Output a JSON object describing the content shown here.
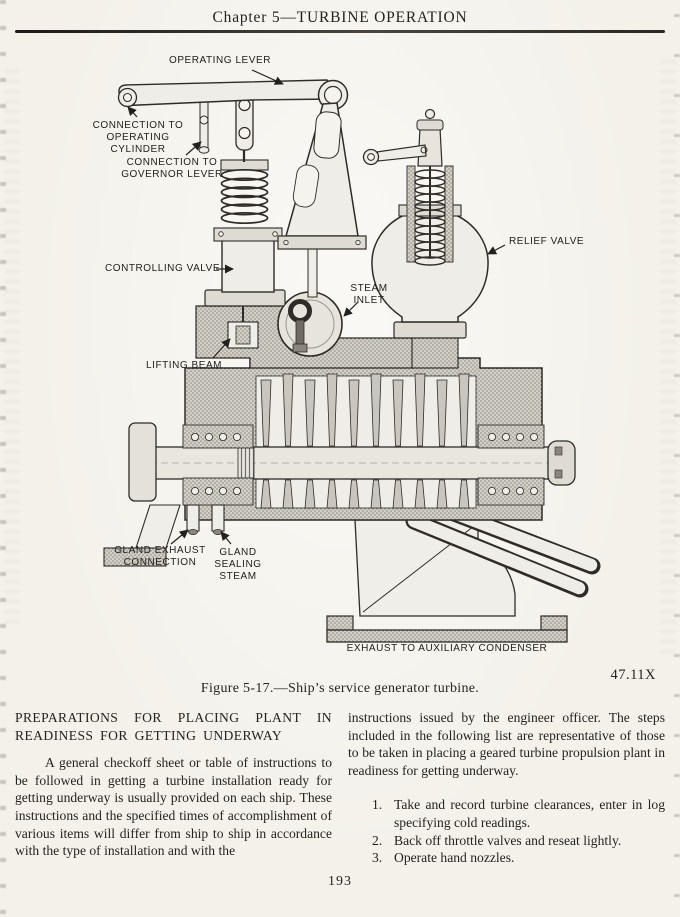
{
  "page": {
    "header": "Chapter 5—TURBINE OPERATION",
    "page_number": "193"
  },
  "figure": {
    "credit": "47.11X",
    "caption": "Figure 5-17.—Ship’s service generator turbine.",
    "labels": {
      "operating_lever": "OPERATING LEVER",
      "connection_operating_cylinder": "CONNECTION TO\nOPERATING\nCYLINDER",
      "connection_governor_lever": "CONNECTION TO\nGOVERNOR LEVER",
      "controlling_valve": "CONTROLLING VALVE",
      "lifting_beam": "LIFTING BEAM",
      "steam_inlet": "STEAM\nINLET",
      "relief_valve": "RELIEF VALVE",
      "gland_exhaust_connection": "GLAND EXHAUST\nCONNECTION",
      "gland_sealing_steam": "GLAND\nSEALING\nSTEAM",
      "exhaust_to_auxiliary_condenser": "EXHAUST TO AUXILIARY CONDENSER"
    }
  },
  "content": {
    "left_column": {
      "heading_line1": "PREPARATIONS FOR PLACING PLANT IN",
      "heading_line2": "READINESS FOR GETTING UNDERWAY",
      "paragraph": "A general checkoff sheet or table of instructions to be followed in getting a turbine installation ready for getting underway is usually provided on each ship. These instructions and the specified times of accomplishment of various items will differ from ship to ship in accordance with the type of installation and with the"
    },
    "right_column": {
      "paragraph": "instructions issued by the engineer officer. The steps included in the following list are representative of those to be taken in placing a geared turbine propulsion plant in readiness for getting underway.",
      "list": [
        {
          "num": "1.",
          "text": "Take and record turbine clearances, enter in log specifying cold readings."
        },
        {
          "num": "2.",
          "text": "Back off throttle valves and reseat lightly."
        },
        {
          "num": "3.",
          "text": "Operate hand nozzles."
        }
      ]
    }
  }
}
